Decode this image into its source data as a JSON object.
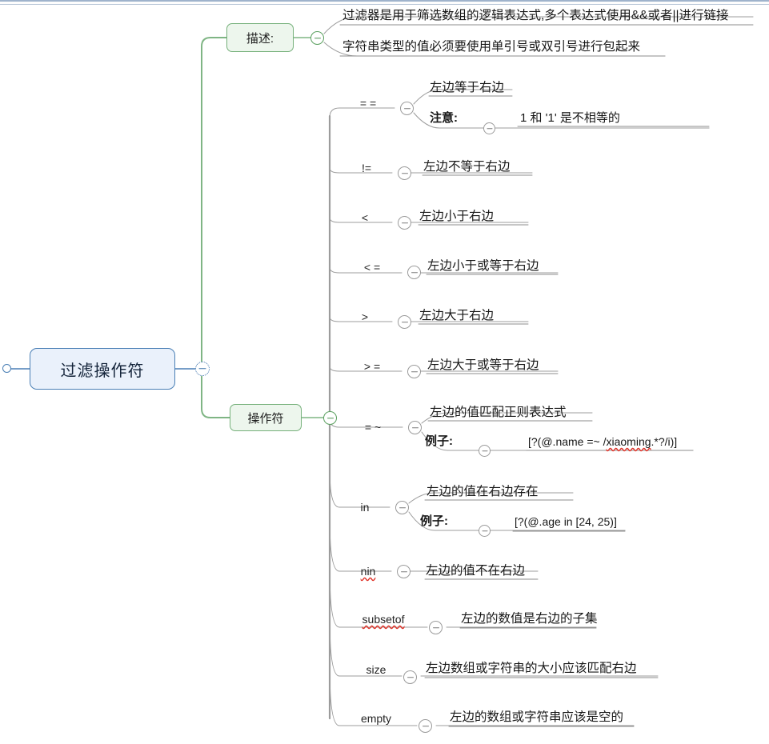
{
  "document": {
    "type": "mindmap",
    "title": "过滤操作符"
  },
  "root": {
    "label": "过滤操作符",
    "fill": "#eaf1fb",
    "border": "#4a7fb5"
  },
  "branches": {
    "description": {
      "label": "描述:",
      "fill": "#edf6ed",
      "border": "#75b07a",
      "items": [
        {
          "text": "过滤器是用于筛选数组的逻辑表达式,多个表达式使用&&或者||进行链接"
        },
        {
          "text": "字符串类型的值必须要使用单引号或双引号进行包起来"
        }
      ]
    },
    "operators": {
      "label": "操作符",
      "fill": "#edf6ed",
      "border": "#75b07a",
      "items": [
        {
          "op": "= =",
          "spellcheck": false,
          "desc": "左边等于右边",
          "note_label": "注意:",
          "note_value": "1 和 '1' 是不相等的"
        },
        {
          "op": "!=",
          "spellcheck": false,
          "desc": "左边不等于右边"
        },
        {
          "op": "<",
          "spellcheck": false,
          "desc": "左边小于右边"
        },
        {
          "op": "< =",
          "spellcheck": false,
          "desc": "左边小于或等于右边"
        },
        {
          "op": ">",
          "spellcheck": false,
          "desc": "左边大于右边"
        },
        {
          "op": "> =",
          "spellcheck": false,
          "desc": "左边大于或等于右边"
        },
        {
          "op": "= ~",
          "spellcheck": false,
          "desc": "左边的值匹配正则表达式",
          "note_label": "例子:",
          "note_value_pre": "[?(@.name =~ /",
          "note_value_spell": "xiaoming",
          "note_value_post": ".*?/i)]"
        },
        {
          "op": "in",
          "spellcheck": false,
          "desc": "左边的值在右边存在",
          "note_label": "例子:",
          "note_value": "[?(@.age in [24, 25)]"
        },
        {
          "op": "nin",
          "spellcheck": true,
          "desc": "左边的值不在右边"
        },
        {
          "op": "subsetof",
          "spellcheck": true,
          "desc": "左边的数值是右边的子集"
        },
        {
          "op": "size",
          "spellcheck": false,
          "desc": "左边数组或字符串的大小应该匹配右边"
        },
        {
          "op": "empty",
          "spellcheck": false,
          "desc": "左边的数组或字符串应该是空的"
        }
      ]
    }
  },
  "colors": {
    "root_fill": "#eaf1fb",
    "root_border": "#4a7fb5",
    "branch_fill": "#edf6ed",
    "branch_border": "#75b07a",
    "edge_green": "#7fb584",
    "edge_gray": "#9c9c9c",
    "underline": "#8c8c8c",
    "spell": "#e03127"
  }
}
